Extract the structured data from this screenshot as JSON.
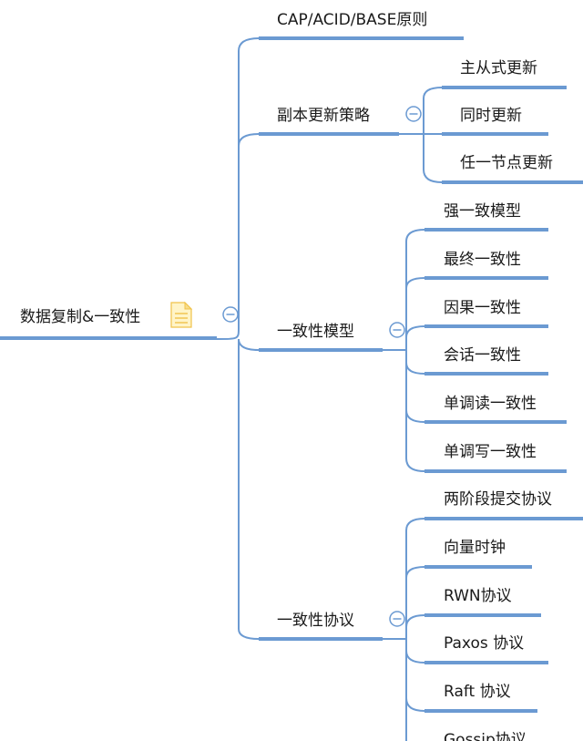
{
  "mindmap": {
    "root": {
      "label": "数据复制&一致性",
      "icon": "note-icon"
    },
    "branches": [
      {
        "id": "cap",
        "label": "CAP/ACID/BASE原则",
        "children": []
      },
      {
        "id": "replica",
        "label": "副本更新策略",
        "children": [
          "主从式更新",
          "同时更新",
          "任一节点更新"
        ]
      },
      {
        "id": "consistency-model",
        "label": "一致性模型",
        "children": [
          "强一致模型",
          "最终一致性",
          "因果一致性",
          "会话一致性",
          "单调读一致性",
          "单调写一致性"
        ]
      },
      {
        "id": "consistency-protocol",
        "label": "一致性协议",
        "children": [
          "两阶段提交协议",
          "向量时钟",
          "RWN协议",
          "Paxos 协议",
          "Raft 协议",
          "Gossip协议"
        ]
      }
    ],
    "colors": {
      "line": "#6b9ad2",
      "text": "#1a1a1a",
      "note_fill": "#fff4c8",
      "note_stroke": "#f0c24a"
    }
  }
}
